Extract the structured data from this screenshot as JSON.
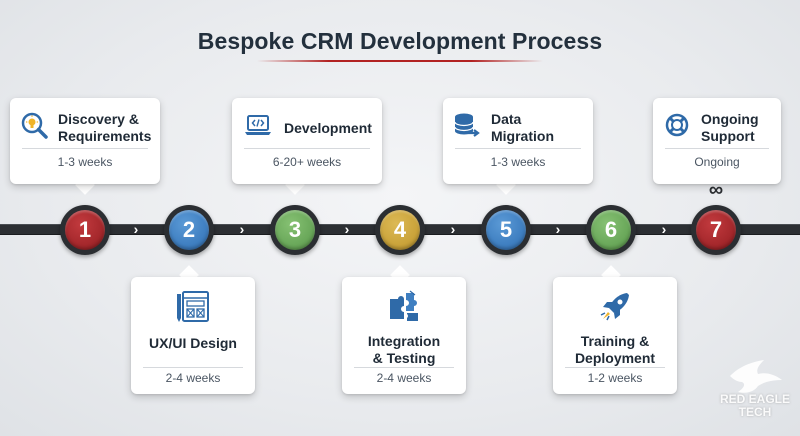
{
  "title": "Bespoke CRM Development Process",
  "colors": {
    "red": "#a5282c",
    "blue": "#3f7fc1",
    "green": "#6aa85a",
    "gold": "#caa33a",
    "track": "#2c2f33",
    "accent_rule": "#b22222"
  },
  "steps": [
    {
      "number": "1",
      "label_line1": "Discovery &",
      "label_line2": "Requirements",
      "duration": "1-3 weeks",
      "icon": "magnifier-lightbulb-icon"
    },
    {
      "number": "2",
      "label_line1": "UX/UI Design",
      "label_line2": "",
      "duration": "2-4 weeks",
      "icon": "wireframe-pencil-icon"
    },
    {
      "number": "3",
      "label_line1": "Development",
      "label_line2": "",
      "duration": "6-20+ weeks",
      "icon": "laptop-code-icon"
    },
    {
      "number": "4",
      "label_line1": "Integration",
      "label_line2": "& Testing",
      "duration": "2-4 weeks",
      "icon": "puzzle-icon"
    },
    {
      "number": "5",
      "label_line1": "Data",
      "label_line2": "Migration",
      "duration": "1-3 weeks",
      "icon": "database-arrow-icon"
    },
    {
      "number": "6",
      "label_line1": "Training &",
      "label_line2": "Deployment",
      "duration": "1-2 weeks",
      "icon": "rocket-icon"
    },
    {
      "number": "7",
      "label_line1": "Ongoing",
      "label_line2": "Support",
      "duration": "Ongoing",
      "icon": "lifebuoy-icon"
    }
  ],
  "arrow_glyph": "›",
  "infinity_glyph": "∞",
  "watermark": {
    "line1": "RED EAGLE",
    "line2": "TECH",
    "icon": "eagle-logo-icon"
  }
}
